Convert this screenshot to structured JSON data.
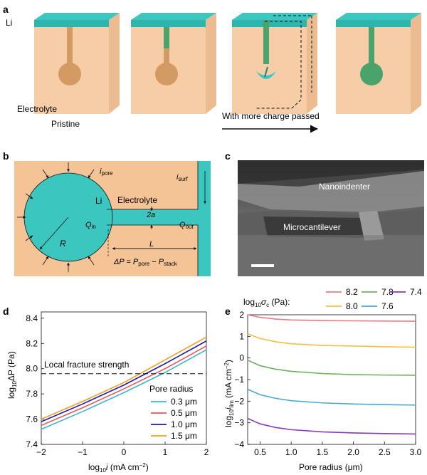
{
  "panel_a": {
    "letter": "a",
    "li_label": "Li",
    "electrolyte_label": "Electrolyte",
    "pristine_label": "Pristine",
    "arrow_label": "With more charge passed"
  },
  "panel_b": {
    "letter": "b",
    "i_pore": "i",
    "i_pore_sub": "pore",
    "i_surf": "i",
    "i_surf_sub": "surf",
    "li": "Li",
    "electrolyte": "Electrolyte",
    "two_a": "2a",
    "q_in": "Q",
    "q_in_sub": "in",
    "q_out": "Q",
    "q_out_sub": "out",
    "r": "R",
    "l": "L",
    "dp_main": "ΔP = P",
    "dp_pore_sub": "pore",
    "dp_minus": " − P",
    "dp_stack_sub": "stack"
  },
  "panel_c": {
    "letter": "c",
    "nanoindenter": "Nanoindenter",
    "microcantilever": "Microcantilever"
  },
  "colors": {
    "li_teal": "#3cc6c0",
    "electrolyte_peach": "#f5c496",
    "lithium_in_pore": "#4aa36a",
    "r03": "#38b8c8",
    "r05": "#e8555c",
    "r10": "#1c1ca8",
    "r15": "#f0a020",
    "s82": "#f07a80",
    "s80": "#f0c040",
    "s78": "#6fb25a",
    "s76": "#4aa8d8",
    "s74": "#8a38b8"
  },
  "chart_data": [
    {
      "panel": "d",
      "type": "line",
      "xlabel_pre": "log",
      "xlabel_sub": "10",
      "xlabel_mid": "i",
      "xlabel_post": " (mA cm",
      "xlabel_sup": "−2",
      "xlabel_end": ")",
      "ylabel_pre": "log",
      "ylabel_sub": "10",
      "ylabel_post": "ΔP (Pa)",
      "xlim": [
        -2,
        2
      ],
      "ylim": [
        7.4,
        8.45
      ],
      "xticks": [
        "−2",
        "−1",
        "0",
        "1",
        "2"
      ],
      "yticks": [
        "7.4",
        "7.6",
        "7.8",
        "8.0",
        "8.2",
        "8.4"
      ],
      "annotation": "Local fracture strength",
      "threshold": 7.96,
      "legend_title": "Pore radius",
      "x": [
        -2,
        -1,
        0,
        1,
        2
      ],
      "series": [
        {
          "name": "0.3 μm",
          "color_key": "r03",
          "values": [
            7.52,
            7.66,
            7.81,
            7.97,
            8.15
          ]
        },
        {
          "name": "0.5 μm",
          "color_key": "r05",
          "values": [
            7.55,
            7.69,
            7.84,
            8.0,
            8.18
          ]
        },
        {
          "name": "1.0 μm",
          "color_key": "r10",
          "values": [
            7.58,
            7.72,
            7.87,
            8.04,
            8.22
          ]
        },
        {
          "name": "1.5 μm",
          "color_key": "r15",
          "values": [
            7.6,
            7.74,
            7.89,
            8.07,
            8.25
          ]
        }
      ]
    },
    {
      "panel": "e",
      "type": "line",
      "xlabel": "Pore radius (μm)",
      "ylabel_pre": "log",
      "ylabel_sub": "10",
      "ylabel_mid": "i",
      "ylabel_isub": "lim",
      "ylabel_post": " (mA cm",
      "ylabel_sup": "−2",
      "ylabel_end": ")",
      "legend_title_pre": "log",
      "legend_title_sub": "10",
      "legend_title_sig": "σ",
      "legend_title_sig_sub": "c",
      "legend_title_post": " (Pa):",
      "xlim": [
        0.3,
        3.0
      ],
      "ylim": [
        -4,
        2
      ],
      "xticks": [
        "0.5",
        "1.0",
        "1.5",
        "2.0",
        "2.5",
        "3.0"
      ],
      "yticks": [
        "−4",
        "−3",
        "−2",
        "−1",
        "0",
        "1",
        "2"
      ],
      "x": [
        0.3,
        0.5,
        0.75,
        1.0,
        1.5,
        2.0,
        2.5,
        3.0
      ],
      "series": [
        {
          "name": "8.2",
          "color_key": "s82",
          "values": [
            2.0,
            1.88,
            1.8,
            1.76,
            1.73,
            1.72,
            1.71,
            1.7
          ]
        },
        {
          "name": "8.0",
          "color_key": "s80",
          "values": [
            1.12,
            0.9,
            0.75,
            0.66,
            0.58,
            0.55,
            0.52,
            0.5
          ]
        },
        {
          "name": "7.8",
          "color_key": "s78",
          "values": [
            -0.1,
            -0.36,
            -0.52,
            -0.62,
            -0.72,
            -0.77,
            -0.79,
            -0.8
          ]
        },
        {
          "name": "7.6",
          "color_key": "s76",
          "values": [
            -1.45,
            -1.7,
            -1.87,
            -1.98,
            -2.08,
            -2.13,
            -2.16,
            -2.18
          ]
        },
        {
          "name": "7.4",
          "color_key": "s74",
          "values": [
            -2.8,
            -3.05,
            -3.22,
            -3.32,
            -3.42,
            -3.47,
            -3.5,
            -3.52
          ]
        }
      ]
    }
  ]
}
